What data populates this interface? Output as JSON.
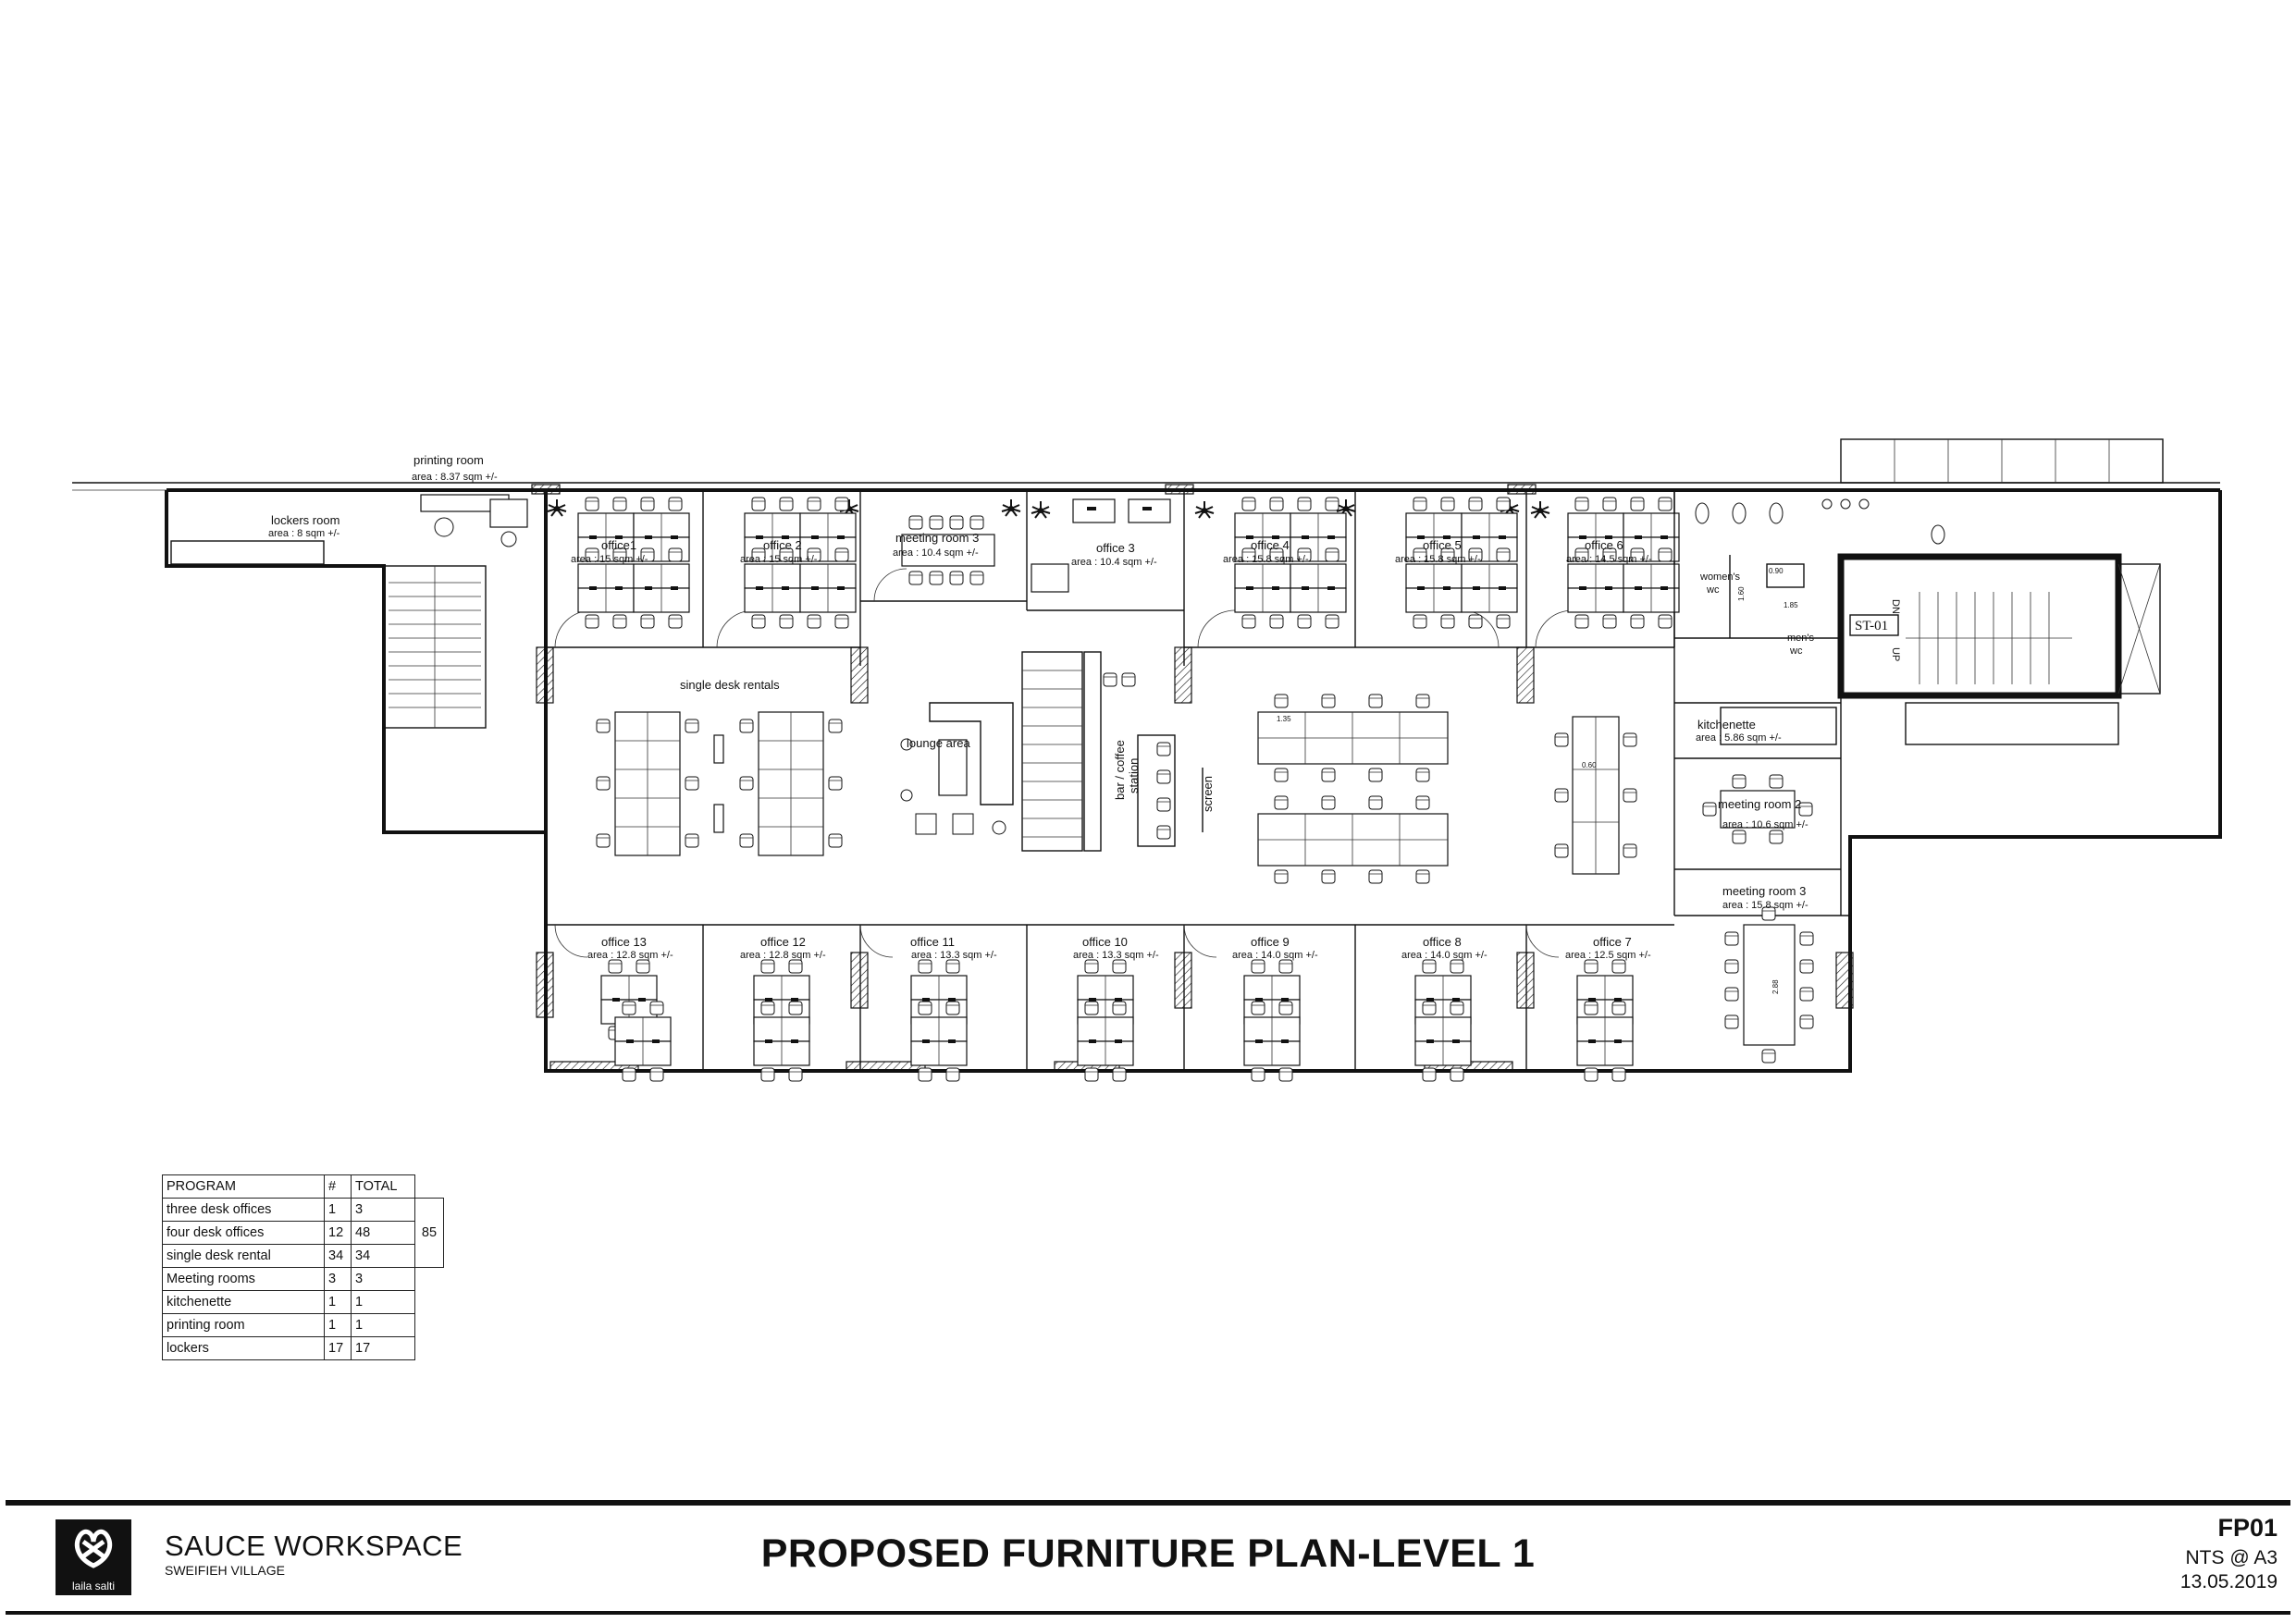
{
  "plan": {
    "labels": {
      "printing_room": "printing room",
      "printing_room_area": "area : 8.37 sqm +/-",
      "lockers_room": "lockers room",
      "lockers_room_area": "area : 8 sqm +/-",
      "office_1": "office1",
      "office_1_area": "area : 15 sqm +/-",
      "office_2": "office 2",
      "office_2_area": "area : 15 sqm +/-",
      "meeting_room_top": "meeting room 3",
      "meeting_room_top_area": "area : 10.4 sqm +/-",
      "office_3": "office 3",
      "office_3_area": "area : 10.4 sqm +/-",
      "office_4": "office 4",
      "office_4_area": "area : 15.8 sqm +/-",
      "office_5": "office 5",
      "office_5_area": "area : 15.8 sqm +/-",
      "office_6": "office 6",
      "office_6_area": "area : 14.5 sqm +/-",
      "womens_wc": "women's",
      "womens_wc_2": "wc",
      "mens_wc": "men's",
      "mens_wc_2": "wc",
      "stair_tag": "ST-01",
      "stair_dn": "DN",
      "stair_up": "UP",
      "single_desk": "single desk rentals",
      "lounge": "lounge area",
      "bar": "bar / coffee",
      "bar_2": "station",
      "screen": "screen",
      "kitchenette": "kitchenette",
      "kitchenette_area": "area : 5.86 sqm +/-",
      "meeting_room_mid": "meeting room 2",
      "meeting_room_mid_area": "area : 10.6 sqm +/-",
      "meeting_room_low": "meeting room 3",
      "meeting_room_low_area": "area : 15.8 sqm +/-",
      "office_13": "office 13",
      "office_13_area": "area : 12.8 sqm +/-",
      "office_12": "office 12",
      "office_12_area": "area : 12.8 sqm +/-",
      "office_11": "office 11",
      "office_11_area": "area : 13.3 sqm +/-",
      "office_10": "office 10",
      "office_10_area": "area : 13.3 sqm +/-",
      "office_9": "office 9",
      "office_9_area": "area : 14.0 sqm +/-",
      "office_8": "office 8",
      "office_8_area": "area : 14.0 sqm +/-",
      "office_7": "office 7",
      "office_7_area": "area : 12.5 sqm +/-",
      "dim_090": "0.90",
      "dim_185": "1.85",
      "dim_160": "1.60",
      "dim_288": "2.88",
      "dim_135": "1.35",
      "dim_060": "0.60"
    }
  },
  "program_table": {
    "headers": [
      "PROGRAM",
      "#",
      "TOTAL"
    ],
    "rows": [
      [
        "three desk offices",
        "1",
        "3"
      ],
      [
        "four desk offices",
        "12",
        "48"
      ],
      [
        "single desk rental",
        "34",
        "34"
      ],
      [
        "Meeting rooms",
        "3",
        "3"
      ],
      [
        "kitchenette",
        "1",
        "1"
      ],
      [
        "printing room",
        "1",
        "1"
      ],
      [
        "lockers",
        "17",
        "17"
      ]
    ],
    "group_total": "85"
  },
  "title_block": {
    "logo_text": "laila salti",
    "project_name": "SAUCE WORKSPACE",
    "location": "SWEIFIEH VILLAGE",
    "drawing_title": "PROPOSED FURNITURE PLAN-LEVEL 1",
    "sheet_number": "FP01",
    "scale": "NTS @ A3",
    "date": "13.05.2019"
  }
}
